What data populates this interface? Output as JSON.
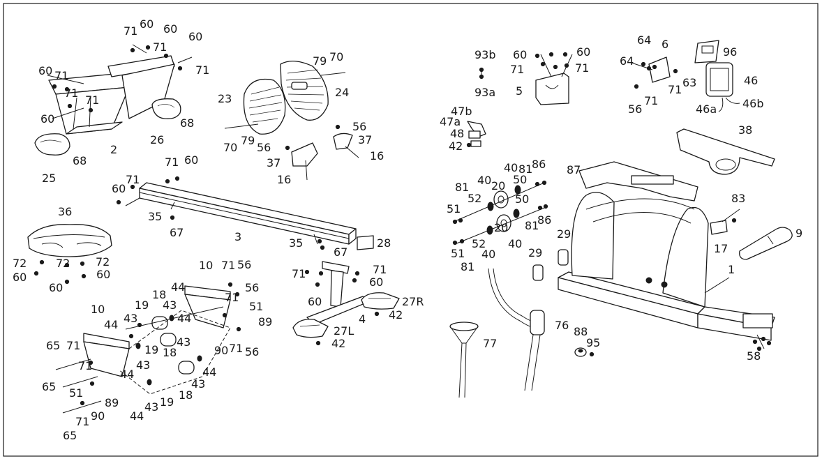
{
  "labels": [
    "71",
    "60",
    "60",
    "60",
    "71",
    "71",
    "60",
    "71",
    "71",
    "71",
    "60",
    "2",
    "26",
    "68",
    "25",
    "68",
    "79",
    "70",
    "23",
    "24",
    "70",
    "79",
    "56",
    "37",
    "56",
    "37",
    "16",
    "16",
    "71",
    "60",
    "60",
    "71",
    "35",
    "67",
    "3",
    "35",
    "67",
    "28",
    "36",
    "72",
    "72",
    "72",
    "60",
    "60",
    "60",
    "10",
    "71",
    "56",
    "44",
    "56",
    "18",
    "43",
    "71",
    "51",
    "89",
    "19",
    "44",
    "10",
    "44",
    "43",
    "19",
    "18",
    "43",
    "90",
    "71",
    "56",
    "65",
    "71",
    "71",
    "44",
    "43",
    "65",
    "51",
    "89",
    "44",
    "43",
    "19",
    "18",
    "43",
    "44",
    "90",
    "71",
    "65",
    "71",
    "71",
    "60",
    "60",
    "27R",
    "42",
    "4",
    "27L",
    "42",
    "93b",
    "93a",
    "60",
    "60",
    "71",
    "71",
    "5",
    "47b",
    "47a",
    "48",
    "42",
    "64",
    "6",
    "96",
    "64",
    "71",
    "63",
    "46",
    "56",
    "71",
    "46a",
    "46b",
    "38",
    "87",
    "40",
    "81",
    "86",
    "40",
    "50",
    "20",
    "81",
    "52",
    "50",
    "51",
    "81",
    "86",
    "52",
    "20",
    "40",
    "51",
    "81",
    "40",
    "83",
    "29",
    "17",
    "9",
    "29",
    "1",
    "76",
    "77",
    "88",
    "95",
    "58"
  ]
}
